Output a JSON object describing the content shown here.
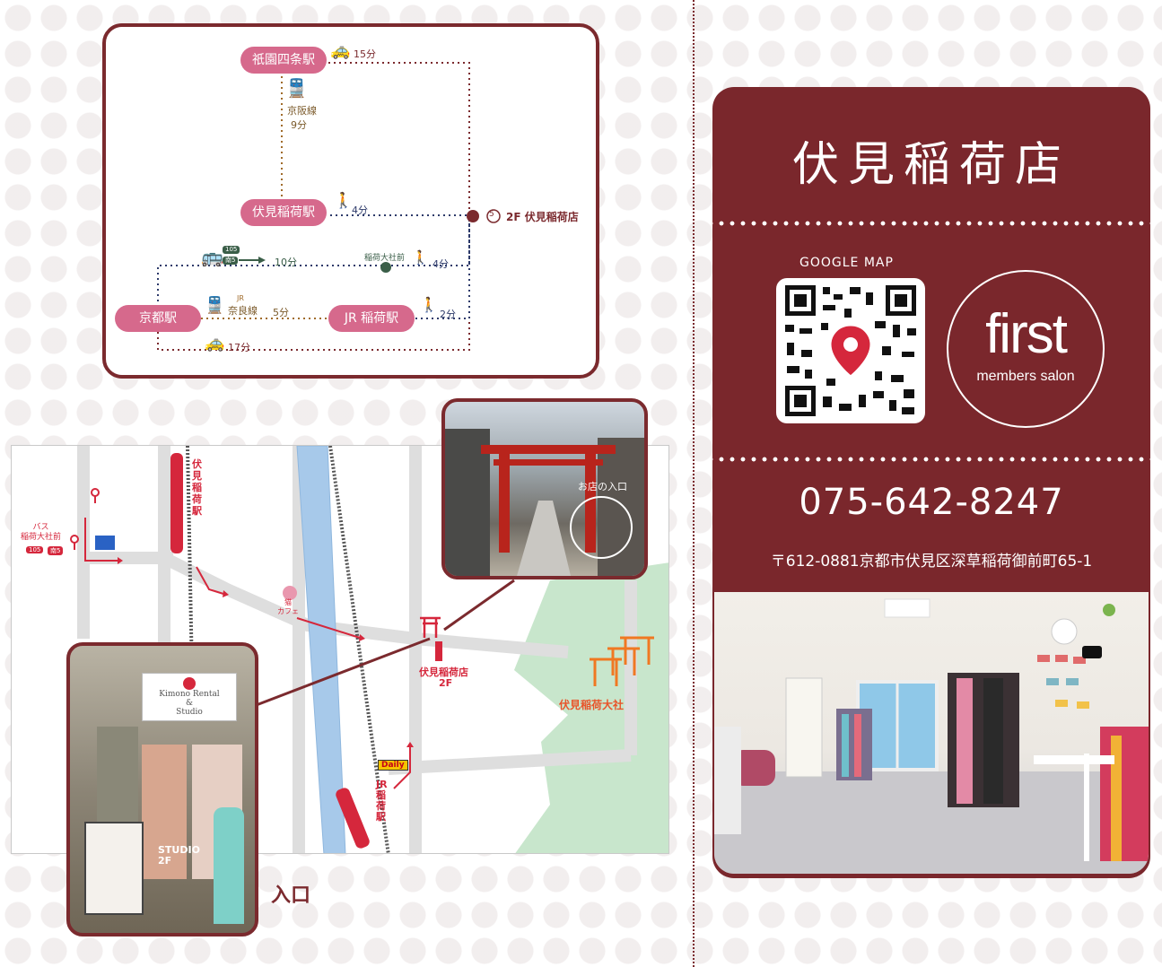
{
  "route": {
    "stations": {
      "gion": "祇園四条駅",
      "fushimi": "伏見稲荷駅",
      "kyoto": "京都駅",
      "jr_inari": "JR 稲荷駅"
    },
    "taxi_top_time": "15分",
    "keihan_line": "京阪線",
    "keihan_time": "9分",
    "walk_fushimi_time": "4分",
    "destination_number": "5",
    "destination_label": "2F 伏見稲荷店",
    "bus_badge_1": "105",
    "bus_badge_2": "南5",
    "bus_time": "10分",
    "bus_stop": "稲荷大社前",
    "walk_bus_time": "4分",
    "jr_label_small": "JR",
    "jr_line": "奈良線",
    "jr_time": "5分",
    "walk_jr_time": "2分",
    "taxi_bottom_time": "17分"
  },
  "map": {
    "station_fushimi": "伏見稲荷駅",
    "bus_stop_label": "バス\n稲荷大社前",
    "bus_badge_1": "105",
    "bus_badge_2": "南5",
    "cat_cafe": "猫\nカフェ",
    "store_label_1": "伏見稲荷店",
    "store_label_2": "2F",
    "shrine_label": "伏見稲荷大社",
    "jr_station": "JR稲荷駅",
    "daily_label": "Daily",
    "photo_entrance_label": "お店の入口",
    "storefront_sign_1": "Kimono Rental",
    "storefront_sign_2": "&",
    "storefront_sign_3": "Studio",
    "storefront_studio": "STUDIO\n2F",
    "entrance_caption": "入口"
  },
  "card": {
    "title": "伏見稲荷店",
    "google_map": "GOOGLE MAP",
    "logo_main": "first",
    "logo_sub": "members salon",
    "phone": "075-642-8247",
    "address": "〒612-0881京都市伏見区深草稲荷御前町65-1"
  },
  "colors": {
    "brand": "#7a272c",
    "station_pink": "#d6698c",
    "route_navy": "#2d3a6a",
    "route_green": "#3a5e48",
    "map_red": "#d5273c"
  }
}
